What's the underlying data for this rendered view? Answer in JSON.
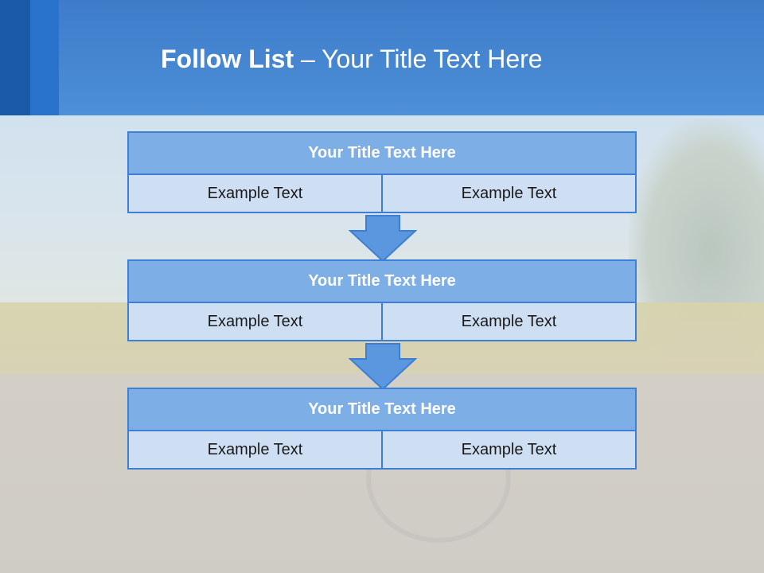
{
  "header": {
    "title_bold": "Follow List",
    "title_rest": " – Your Title Text Here"
  },
  "steps": [
    {
      "title": "Your Title Text Here",
      "left": "Example Text",
      "right": "Example Text"
    },
    {
      "title": "Your Title Text Here",
      "left": "Example Text",
      "right": "Example Text"
    },
    {
      "title": "Your Title Text Here",
      "left": "Example Text",
      "right": "Example Text"
    }
  ],
  "colors": {
    "header": "#4a8bd6",
    "box_head": "#7eaee6",
    "box_cell": "#cfdff3",
    "border": "#3d7fd4",
    "arrow": "#5b97de"
  }
}
